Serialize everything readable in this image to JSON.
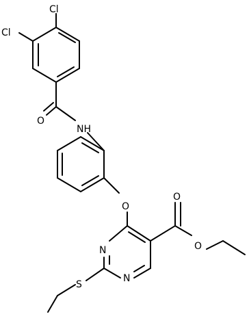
{
  "molecule": {
    "atoms": {
      "cl1": "Cl",
      "cl2": "Cl",
      "o_amide": "O",
      "nh": "NH",
      "o_ether": "O",
      "n1": "N",
      "n2": "N",
      "s": "S",
      "o_carbonyl": "O",
      "o_ester": "O"
    }
  }
}
